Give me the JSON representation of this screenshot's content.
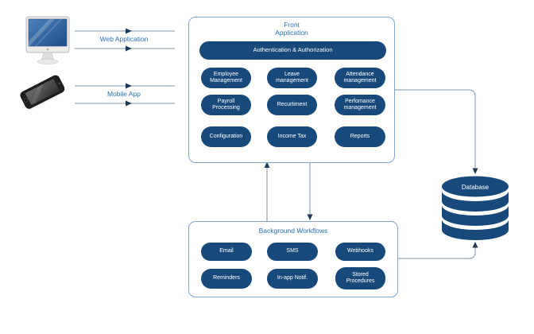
{
  "clients": [
    {
      "icon": "desktop-computer-icon",
      "label": "Web Application"
    },
    {
      "icon": "smartphone-icon",
      "label": "Mobile App"
    }
  ],
  "front_application": {
    "title_lines": [
      "Front",
      "Application"
    ],
    "auth_pill": "Authentication & Authorization",
    "pills": [
      [
        "Employee Management",
        "Leave management",
        "Attendance management"
      ],
      [
        "Payroll Processing",
        "Recurtiment",
        "Perfomance management"
      ],
      [
        "Configuration",
        "Income Tax",
        "Reports"
      ]
    ]
  },
  "background_workflows": {
    "title": "Background Workflows",
    "pills": [
      [
        "Email",
        "SMS",
        "Webhooks"
      ],
      [
        "Reminders",
        "In-app Notif.",
        "Stored Procedures"
      ]
    ]
  },
  "database": {
    "label": "Database"
  },
  "colors": {
    "pill_fill": "#17497B",
    "box_border": "#7EA6D8",
    "label_text": "#2A72B8",
    "connector_line": "#7D93AA",
    "arrow_head": "#1B3A5C",
    "database_fill": "#17497B"
  }
}
